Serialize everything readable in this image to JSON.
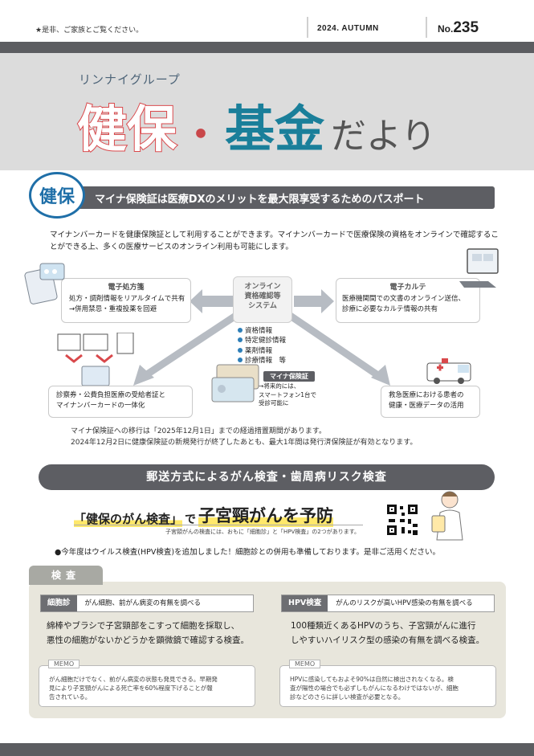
{
  "header": {
    "note": "★是非、ご家族とご覧ください。",
    "season": "2024. AUTUMN",
    "issue_prefix": "No.",
    "issue_number": "235"
  },
  "title": {
    "group": "リンナイグループ",
    "kenpo": "健保",
    "dot": "・",
    "kikin": "基金",
    "dayori": "だより"
  },
  "kenpo_section": {
    "badge": "健保",
    "headline": "マイナ保険証は医療DXのメリットを最大限享受するためのパスポート",
    "intro": "マイナンバーカードを健康保険証として利用することができます。マイナンバーカードで医療保険の資格をオンラインで確認することができる上、多くの医療サービスのオンライン利用も可能にします。",
    "center": [
      "オンライン",
      "資格確認等",
      "システム"
    ],
    "info_items": [
      "資格情報",
      "特定健診情報",
      "薬剤情報",
      "診療情報　等"
    ],
    "cards": {
      "prescription": {
        "title": "電子処方箋",
        "lines": [
          "処方・調剤情報をリアルタイムで共有",
          "→併用禁忌・重複投薬を回避"
        ]
      },
      "karte": {
        "title": "電子カルテ",
        "lines": [
          "医療機関間での文書のオンライン送信、",
          "診療に必要なカルテ情報の共有"
        ]
      },
      "public": {
        "lines": [
          "診察券・公費負担医療の受給者証と",
          "マイナンバーカードの一体化"
        ]
      },
      "emergency": {
        "lines": [
          "救急医療における患者の",
          "健康・医療データの活用"
        ]
      }
    },
    "myna_label": "マイナ保険証",
    "myna_note": [
      "→将来的には、",
      "スマートフォン1台で",
      "受診可能に"
    ],
    "notice": [
      "マイナ保険証への移行は「2025年12月1日」までの経過措置期間があります。",
      "2024年12月2日に健康保険証の新規発行が終了したあとも、最大1年間は発行済保険証が有効となります。"
    ]
  },
  "mail_section": {
    "banner": "郵送方式によるがん検査・歯周病リスク検査",
    "head_1": "「健保のがん検査」",
    "head_2": "で",
    "head_3": "子宮頸がんを予防",
    "sub": "子宮頸がんの検査には、おもに「細胞診」と「HPV検査」の2つがあります。",
    "this_year": "●今年度はウイルス検査(HPV検査)を追加しました！細胞診との併用も準備しております。是非ご活用ください。"
  },
  "exam": {
    "tab": "検査",
    "cytology": {
      "label": "細胞診",
      "desc": "がん細胞、前がん病変の有無を調べる",
      "text": [
        "綿棒やブラシで子宮頸部をこすって細胞を採取し、",
        "悪性の細胞がないかどうかを顕微鏡で確認する検査。"
      ],
      "memo_tag": "MEMO",
      "memo": [
        "がん細胞だけでなく、前がん病変の状態も発見できる。早期発",
        "見により子宮頸がんによる死亡率を60%程度下げることが報",
        "告されている。"
      ]
    },
    "hpv": {
      "label": "HPV検査",
      "desc": "がんのリスクが高いHPV感染の有無を調べる",
      "text": [
        "100種類近くあるHPVのうち、子宮頸がんに進行",
        "しやすいハイリスク型の感染の有無を調べる検査。"
      ],
      "memo_tag": "MEMO",
      "memo": [
        "HPVに感染してもおよそ90%は自然に検出されなくなる。検",
        "査が陽性の場合でも必ずしもがんになるわけではないが、細胞",
        "診などのさらに詳しい検査が必要となる。"
      ]
    }
  },
  "colors": {
    "dark_gray": "#5d5e63",
    "red": "#d9484b",
    "teal": "#1a7f9a",
    "blue": "#1f6fa8",
    "highlight": "#ffe86b",
    "panel": "#e8e6dc"
  }
}
